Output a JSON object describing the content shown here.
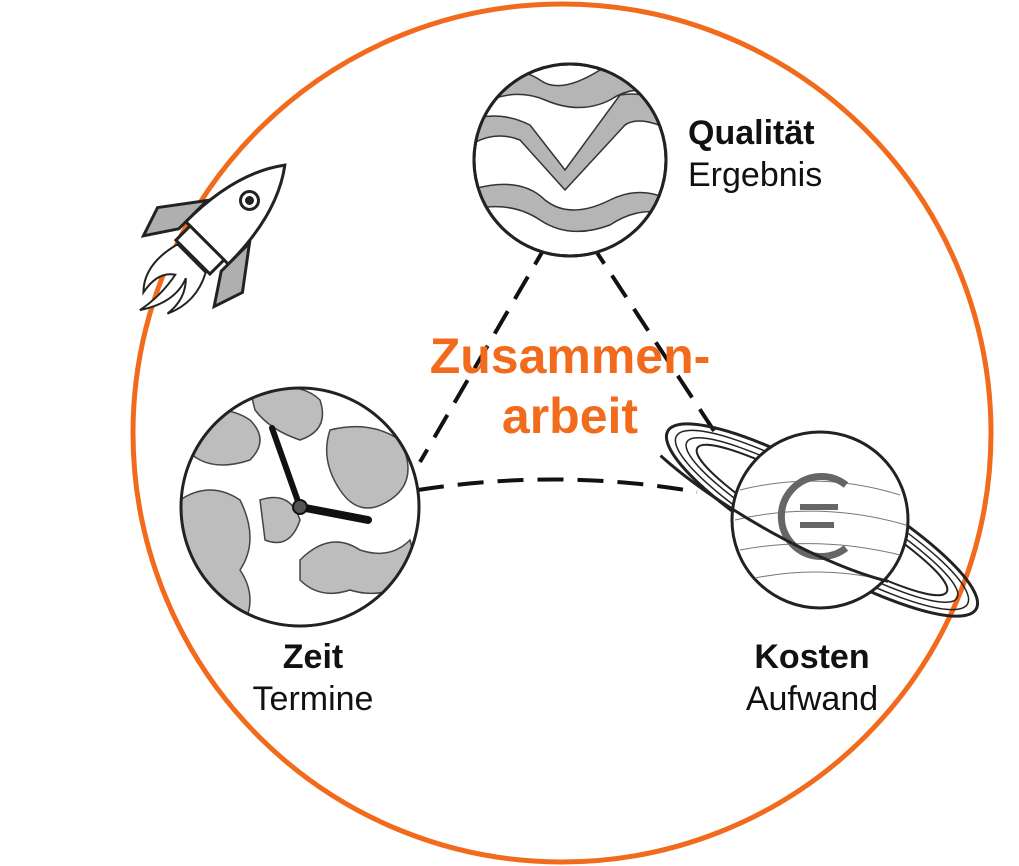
{
  "colors": {
    "accent": "#F26B1D",
    "planet_gray": "#BDBDBD",
    "line": "#111111"
  },
  "center": {
    "line1": "Zusammen-",
    "line2": "arbeit"
  },
  "nodes": [
    {
      "title": "Qualität",
      "subtitle": "Ergebnis",
      "icon": "checkmark-planet-icon"
    },
    {
      "title": "Zeit",
      "subtitle": "Termine",
      "icon": "clock-planet-icon"
    },
    {
      "title": "Kosten",
      "subtitle": "Aufwand",
      "icon": "euro-ringed-planet-icon"
    }
  ],
  "decoration": {
    "icon": "rocket-icon"
  }
}
